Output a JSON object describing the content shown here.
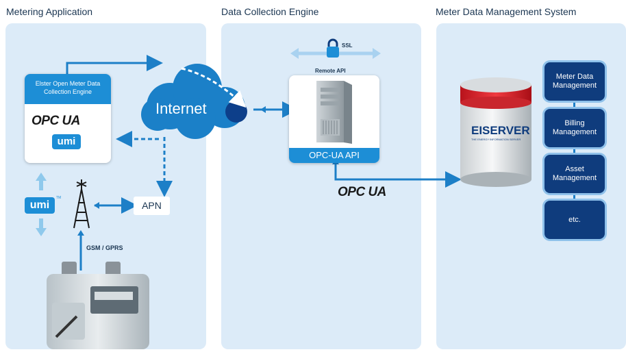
{
  "sections": {
    "metering_app": "Metering Application",
    "data_engine": "Data Collection Engine",
    "mdms": "Meter Data Management System"
  },
  "elster_card": {
    "title_line1": "Elster Open Meter Data",
    "title_line2": "Collection Engine",
    "opc": "OPC UA",
    "umi": "umi"
  },
  "internet": "Internet",
  "apn": "APN",
  "gsm": "GSM / GPRS",
  "umi_logo": "umi",
  "tm": "TM",
  "ssl": "SSL",
  "remote_api": "Remote API",
  "opc_api": "OPC-UA API",
  "opc_bottom": "OPC UA",
  "eiserver": "EISERVER",
  "eiserver_sub": "THE ENERGY INFORMATION SERVER",
  "mdm_buttons": [
    {
      "line1": "Meter Data",
      "line2": "Management"
    },
    {
      "line1": "Billing",
      "line2": "Management"
    },
    {
      "line1": "Asset",
      "line2": "Management"
    },
    {
      "line1": "etc.",
      "line2": ""
    }
  ],
  "colors": {
    "panel": "#dcebf8",
    "accent": "#1d8ed6",
    "dark_button": "#0f3c7d",
    "cloud": "#1b80c8"
  }
}
